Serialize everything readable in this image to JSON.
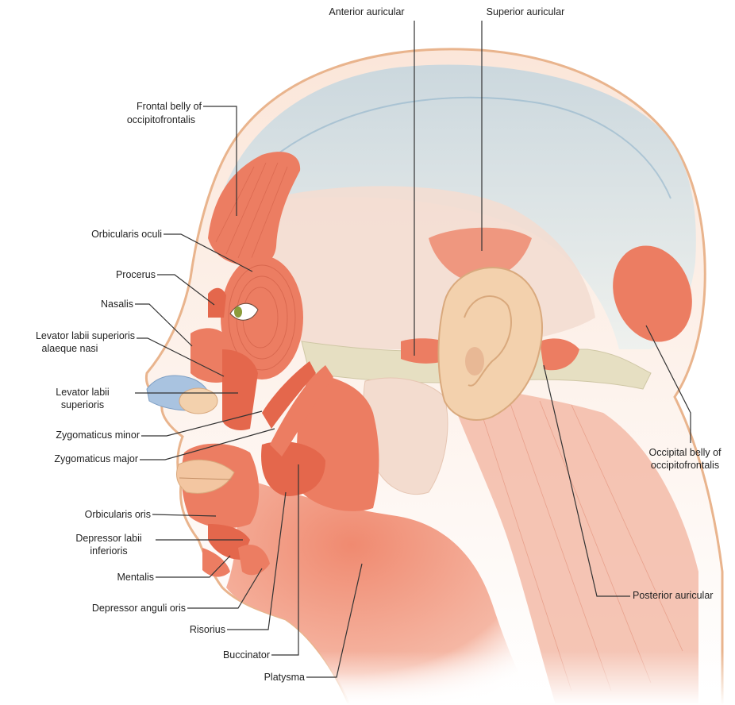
{
  "labels": {
    "anterior_auricular": "Anterior auricular",
    "superior_auricular": "Superior auricular",
    "frontal_belly_line1": "Frontal belly of",
    "frontal_belly_line2": "occipitofrontalis",
    "orbicularis_oculi": "Orbicularis oculi",
    "procerus": "Procerus",
    "nasalis": "Nasalis",
    "levator_alaeque_line1": "Levator labii superioris",
    "levator_alaeque_line2": "alaeque nasi",
    "levator_sup_line1": "Levator labii",
    "levator_sup_line2": "superioris",
    "zygomaticus_minor": "Zygomaticus minor",
    "zygomaticus_major": "Zygomaticus major",
    "orbicularis_oris": "Orbicularis oris",
    "depressor_labii_line1": "Depressor labii",
    "depressor_labii_line2": "inferioris",
    "mentalis": "Mentalis",
    "depressor_anguli": "Depressor anguli oris",
    "risorius": "Risorius",
    "buccinator": "Buccinator",
    "platysma": "Platysma",
    "occipital_belly_line1": "Occipital belly of",
    "occipital_belly_line2": "occipitofrontalis",
    "posterior_auricular": "Posterior auricular"
  },
  "colors": {
    "muscle": "#e8735a",
    "muscle_light": "#f2a58f",
    "skin_outline": "#e9b48d",
    "skull": "#dfe6e8",
    "bone": "#e9e3c9",
    "cartilage": "#a9c3e0",
    "ear": "#f3d1ad",
    "leader": "#333333"
  }
}
